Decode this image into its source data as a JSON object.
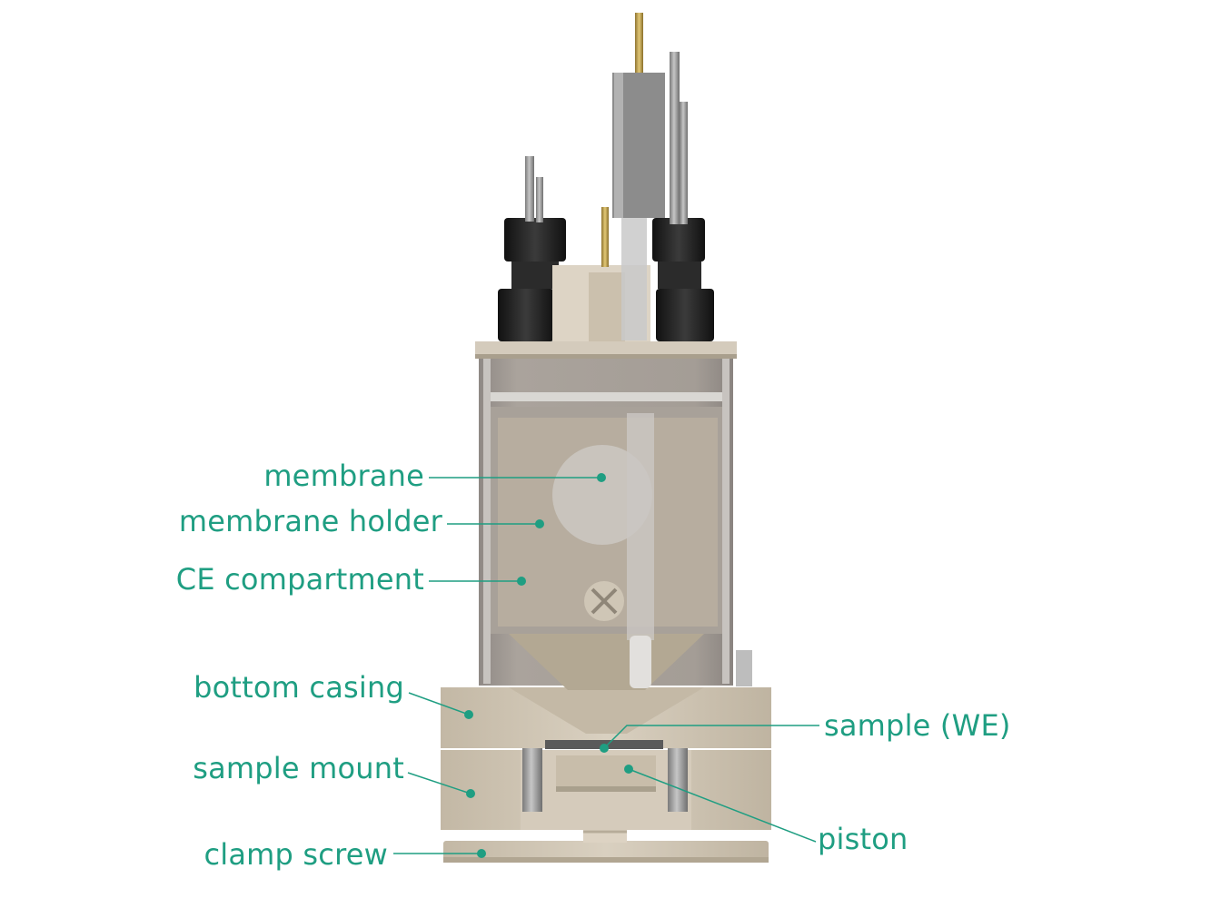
{
  "colors": {
    "label": "#1f9e82",
    "casing": "#cfc5b4",
    "casing_dark": "#b6ab98",
    "glass": "#9c9690",
    "metal": "#8d8d8d",
    "black_fitting": "#222222",
    "brass": "#b59a4e"
  },
  "labels": {
    "membrane": "membrane",
    "membrane_holder": "membrane holder",
    "ce_compartment": "CE compartment",
    "bottom_casing": "bottom casing",
    "sample_mount": "sample mount",
    "clamp_screw": "clamp screw",
    "sample_we": "sample (WE)",
    "piston": "piston"
  }
}
